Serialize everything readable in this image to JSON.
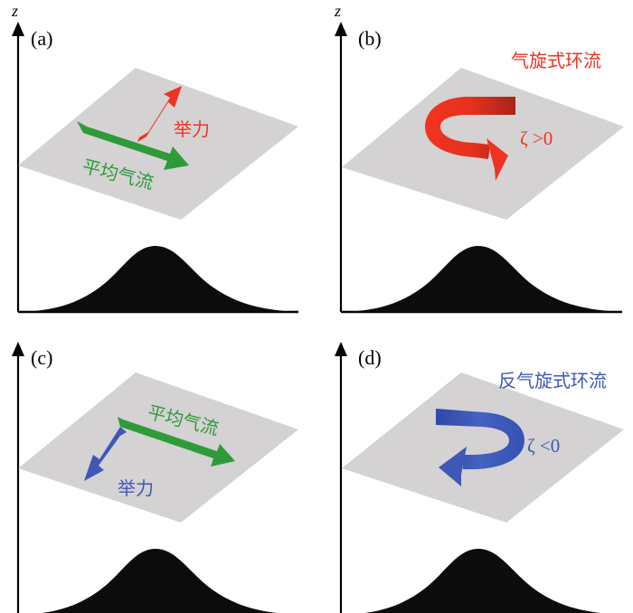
{
  "axis_label": "z",
  "colors": {
    "lift_up": "#ee3322",
    "mean_flow": "#2e9b3a",
    "cyclonic": "#ee3322",
    "lift_down": "#3f58b5",
    "anticyclonic": "#3f58b5",
    "plane": "#d4d2d2",
    "mountain": "#0d0c0c"
  },
  "panels": {
    "a": {
      "label": "(a)",
      "lift": "举力",
      "flow": "平均气流"
    },
    "b": {
      "label": "(b)",
      "title": "气旋式环流",
      "zeta": "ζ >0"
    },
    "c": {
      "label": "(c)",
      "lift": "举力",
      "flow": "平均气流"
    },
    "d": {
      "label": "(d)",
      "title": "反气旋式环流",
      "zeta": "ζ <0"
    }
  }
}
